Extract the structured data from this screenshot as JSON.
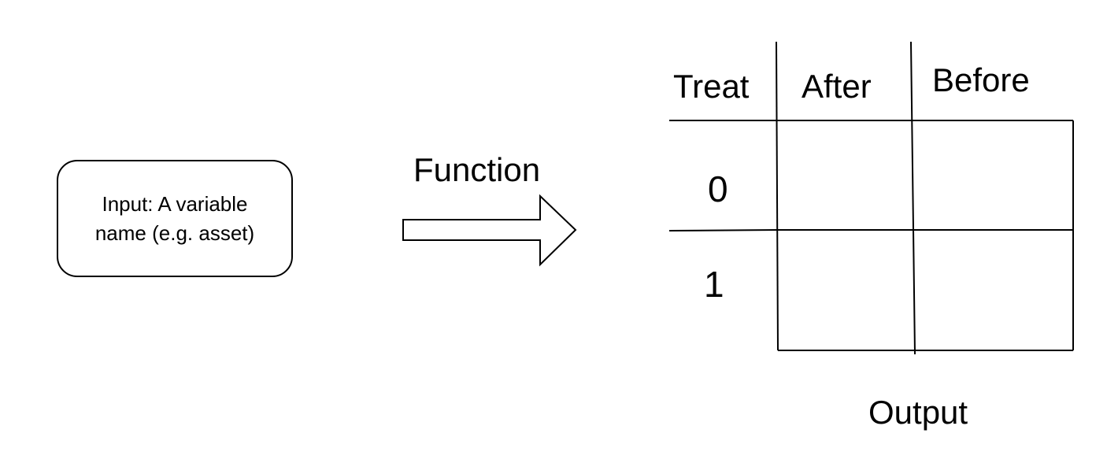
{
  "input_box": {
    "text_line1": "Input: A variable",
    "text_line2": "name (e.g. asset)"
  },
  "arrow": {
    "label": "Function"
  },
  "output_table": {
    "headers": [
      "Treat",
      "After",
      "Before"
    ],
    "rows": [
      "0",
      "1"
    ],
    "caption": "Output"
  }
}
